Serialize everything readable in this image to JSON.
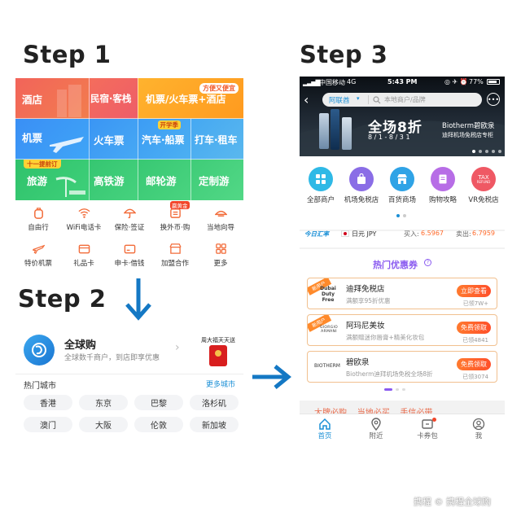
{
  "steps": {
    "s1": "Step 1",
    "s2": "Step 2",
    "s3": "Step 3"
  },
  "step1": {
    "tiles": {
      "hotel": "酒店",
      "homestay": "民宿·客栈",
      "flight_train_hotel": "机票/火车票+酒店",
      "badge_convenient": "方便又便宜",
      "flight": "机票",
      "train": "火车票",
      "bus_ship": "汽车·船票",
      "badge_school": "开学季",
      "taxi_rental": "打车·租车",
      "tour": "旅游",
      "badge_early": "十一提前订",
      "hsr_tour": "高铁游",
      "cruise": "邮轮游",
      "custom_tour": "定制游"
    },
    "icons_row1": [
      "自由行",
      "WiFi电话卡",
      "保险·签证",
      "换外币·购",
      "当地向导"
    ],
    "icons_row2": [
      "特价机票",
      "礼品卡",
      "申卡·借钱",
      "加盟合作",
      "更多"
    ],
    "badge_gold": "赢黄金"
  },
  "step2": {
    "title": "全球购",
    "subtitle": "全球数千商户，到店即享优惠",
    "promo": "周大福天天送",
    "hot_cities": "热门城市",
    "more_cities": "更多城市",
    "cities": [
      "香港",
      "东京",
      "巴黎",
      "洛杉矶",
      "澳门",
      "大阪",
      "伦敦",
      "新加坡"
    ]
  },
  "step3": {
    "status": {
      "carrier": "中国移动",
      "network": "4G",
      "time": "5:43 PM",
      "battery": "77%"
    },
    "search": {
      "city": "阿联酋",
      "placeholder": "本地商户/品牌"
    },
    "banner": {
      "headline": "全场8折",
      "dates": "8 / 1 - 8 / 3 1",
      "brand": "Biotherm碧欧泉",
      "desc": "迪拜机场免税店专柜"
    },
    "categories": [
      "全部商户",
      "机场免税店",
      "百货商场",
      "购物攻略",
      "VR免税店"
    ],
    "tax_icon": {
      "line1": "TAX",
      "line2": "REFUND"
    },
    "rate": {
      "logo": "今日汇率",
      "currency": "日元 JPY",
      "buy_label": "买入:",
      "buy": "6.5967",
      "sell_label": "卖出:",
      "sell": "6.7959"
    },
    "coupons_title": "热门优惠券",
    "tag_new": "新用户",
    "coupons": [
      {
        "logo": "Dubai Duty Free",
        "name": "迪拜免税店",
        "desc": "满额享95折优惠",
        "btn": "立即查看",
        "count": "已领7W+"
      },
      {
        "logo": "GIORGIO ARMANI",
        "name": "阿玛尼美妆",
        "desc": "满额赠迷你唇膏+精美化妆包",
        "btn": "免费领取",
        "count": "已领4841"
      },
      {
        "logo": "BIOTHERM",
        "name": "碧欧泉",
        "desc": "Biotherm迪拜机场免税全场8折",
        "btn": "免费领取",
        "count": "已领3074"
      }
    ],
    "next_tabs": "大牌必购    当地必买    手信必带",
    "tabbar": [
      "首页",
      "附近",
      "卡券包",
      "我"
    ]
  },
  "watermark": "携程 © 携程全球购",
  "colors": {
    "blue": "#1a8fd6",
    "arrow": "#1478c4",
    "orange": "#ff6a2b"
  }
}
